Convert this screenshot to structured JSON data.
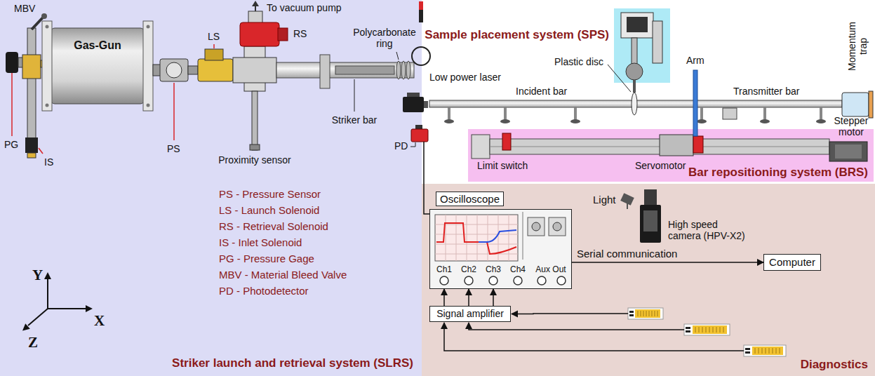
{
  "diagram": {
    "nodes": [
      {
        "text": [
          "Striker launch and retrieval system (SLRS)"
        ]
      },
      {
        "text": [
          "Gas-Gun"
        ],
        "in": 0
      },
      {
        "text": [
          "Sample placement system (SPS)"
        ]
      },
      {
        "text": [
          "Bar repositioning system (BRS)"
        ]
      },
      {
        "text": [
          "Diagnostics"
        ]
      },
      {
        "text": [
          "Oscilloscope"
        ],
        "in": 4
      },
      {
        "text": [
          "Signal amplifier"
        ],
        "in": 4
      },
      {
        "text": [
          "Computer"
        ],
        "in": 4
      }
    ],
    "edges": [
      {
        "from": 6,
        "to": 5,
        "arrow": "to"
      },
      {
        "from": 6,
        "to": 5,
        "arrow": "to"
      },
      {
        "from": 6,
        "to": 5,
        "arrow": "to"
      },
      {
        "from": 5,
        "to": 7,
        "arrow": "to",
        "label": "Serial communication"
      }
    ],
    "labels": [
      "MBV",
      "PG",
      "IS",
      "PS",
      "LS",
      "RS",
      "To vacuum pump",
      "Proximity sensor",
      "Polycarbonate ring",
      "Striker bar",
      "PS - Pressure Sensor",
      "LS - Launch Solenoid",
      "RS - Retrieval Solenoid",
      "IS - Inlet Solenoid",
      "PG - Pressure Gage",
      "MBV - Material Bleed Valve",
      "PD - Photodetector",
      "Y",
      "X",
      "Z",
      "Low power laser",
      "PD",
      "Incident bar",
      "Plastic disc",
      "Arm",
      "Transmitter bar",
      "Momentum trap",
      "Limit switch",
      "Servomotor",
      "Stepper motor",
      "Light",
      "High speed camera (HPV-X2)",
      "Ch1",
      "Ch2",
      "Ch3",
      "Ch4",
      "Aux Out"
    ]
  }
}
